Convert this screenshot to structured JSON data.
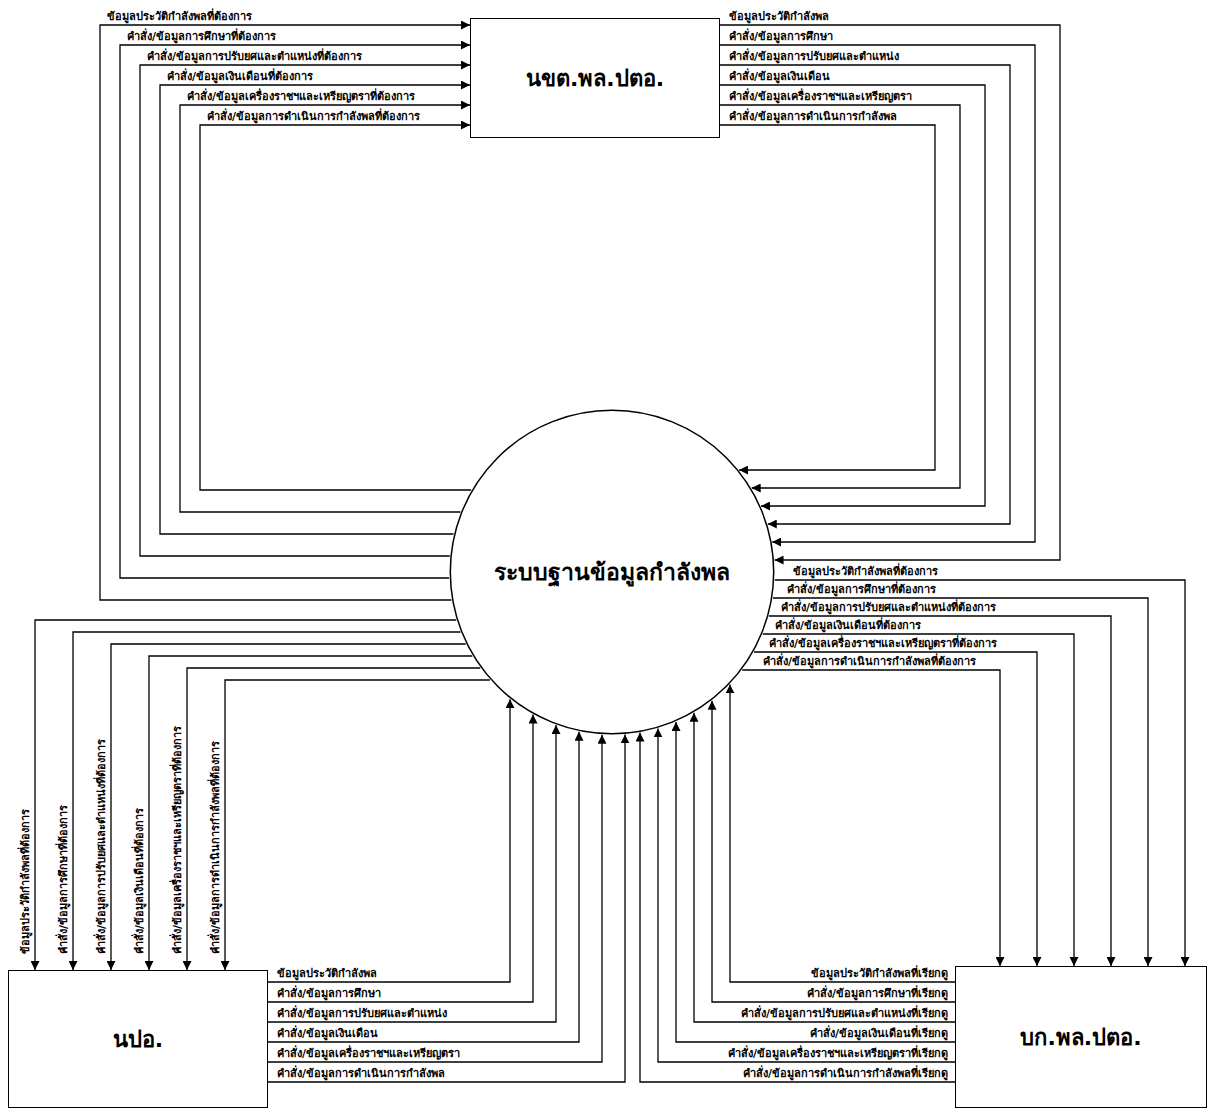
{
  "diagram": {
    "nodes": [
      {
        "text": [
          "นขต.พล.ปตอ."
        ]
      },
      {
        "text": [
          "ระบบฐานข้อมูลกำลังพล"
        ]
      },
      {
        "text": [
          "นปอ."
        ]
      },
      {
        "text": [
          "บก.พล.ปตอ."
        ]
      }
    ],
    "edges": [
      {
        "from": 0,
        "to": 1,
        "arrow": "to",
        "label": "ข้อมูลประวัติกำลังพล"
      },
      {
        "from": 0,
        "to": 1,
        "arrow": "to",
        "label": "คำสั่ง/ข้อมูลการศึกษา"
      },
      {
        "from": 0,
        "to": 1,
        "arrow": "to",
        "label": "คำสั่ง/ข้อมูลการปรับยศและตำแหน่ง"
      },
      {
        "from": 0,
        "to": 1,
        "arrow": "to",
        "label": "คำสั่ง/ข้อมูลเงินเดือน"
      },
      {
        "from": 0,
        "to": 1,
        "arrow": "to",
        "label": "คำสั่ง/ข้อมูลเครื่องราชฯและเหรียญตรา"
      },
      {
        "from": 0,
        "to": 1,
        "arrow": "to",
        "label": "คำสั่ง/ข้อมูลการดำเนินการกำลังพล"
      },
      {
        "from": 1,
        "to": 0,
        "arrow": "to",
        "label": "ข้อมูลประวัติกำลังพลที่ต้องการ"
      },
      {
        "from": 1,
        "to": 0,
        "arrow": "to",
        "label": "คำสั่ง/ข้อมูลการศึกษาที่ต้องการ"
      },
      {
        "from": 1,
        "to": 0,
        "arrow": "to",
        "label": "คำสั่ง/ข้อมูลการปรับยศและตำแหน่งที่ต้องการ"
      },
      {
        "from": 1,
        "to": 0,
        "arrow": "to",
        "label": "คำสั่ง/ข้อมูลเงินเดือนที่ต้องการ"
      },
      {
        "from": 1,
        "to": 0,
        "arrow": "to",
        "label": "คำสั่ง/ข้อมูลเครื่องราชฯและเหรียญตราที่ต้องการ"
      },
      {
        "from": 1,
        "to": 0,
        "arrow": "to",
        "label": "คำสั่ง/ข้อมูลการดำเนินการกำลังพลที่ต้องการ"
      },
      {
        "from": 1,
        "to": 2,
        "arrow": "to",
        "label": "ข้อมูลประวัติกำลังพลที่ต้องการ"
      },
      {
        "from": 1,
        "to": 2,
        "arrow": "to",
        "label": "คำสั่ง/ข้อมูลการศึกษาที่ต้องการ"
      },
      {
        "from": 1,
        "to": 2,
        "arrow": "to",
        "label": "คำสั่ง/ข้อมูลการปรับยศและตำแหน่งที่ต้องการ"
      },
      {
        "from": 1,
        "to": 2,
        "arrow": "to",
        "label": "คำสั่ง/ข้อมูลเงินเดือนที่ต้องการ"
      },
      {
        "from": 1,
        "to": 2,
        "arrow": "to",
        "label": "คำสั่ง/ข้อมูลเครื่องราชฯและเหรียญตราที่ต้องการ"
      },
      {
        "from": 1,
        "to": 2,
        "arrow": "to",
        "label": "คำสั่ง/ข้อมูลการดำเนินการกำลังพลที่ต้องการ"
      },
      {
        "from": 2,
        "to": 1,
        "arrow": "to",
        "label": "ข้อมูลประวัติกำลังพล"
      },
      {
        "from": 2,
        "to": 1,
        "arrow": "to",
        "label": "คำสั่ง/ข้อมูลการศึกษา"
      },
      {
        "from": 2,
        "to": 1,
        "arrow": "to",
        "label": "คำสั่ง/ข้อมูลการปรับยศและตำแหน่ง"
      },
      {
        "from": 2,
        "to": 1,
        "arrow": "to",
        "label": "คำสั่ง/ข้อมูลเงินเดือน"
      },
      {
        "from": 2,
        "to": 1,
        "arrow": "to",
        "label": "คำสั่ง/ข้อมูลเครื่องราชฯและเหรียญตรา"
      },
      {
        "from": 2,
        "to": 1,
        "arrow": "to",
        "label": "คำสั่ง/ข้อมูลการดำเนินการกำลังพล"
      },
      {
        "from": 1,
        "to": 3,
        "arrow": "to",
        "label": "ข้อมูลประวัติกำลังพลที่ต้องการ"
      },
      {
        "from": 1,
        "to": 3,
        "arrow": "to",
        "label": "คำสั่ง/ข้อมูลการศึกษาที่ต้องการ"
      },
      {
        "from": 1,
        "to": 3,
        "arrow": "to",
        "label": "คำสั่ง/ข้อมูลการปรับยศและตำแหน่งที่ต้องการ"
      },
      {
        "from": 1,
        "to": 3,
        "arrow": "to",
        "label": "คำสั่ง/ข้อมูลเงินเดือนที่ต้องการ"
      },
      {
        "from": 1,
        "to": 3,
        "arrow": "to",
        "label": "คำสั่ง/ข้อมูลเครื่องราชฯและเหรียญตราที่ต้องการ"
      },
      {
        "from": 1,
        "to": 3,
        "arrow": "to",
        "label": "คำสั่ง/ข้อมูลการดำเนินการกำลังพลที่ต้องการ"
      },
      {
        "from": 3,
        "to": 1,
        "arrow": "to",
        "label": "ข้อมูลประวัติกำลังพลที่เรียกดู"
      },
      {
        "from": 3,
        "to": 1,
        "arrow": "to",
        "label": "คำสั่ง/ข้อมูลการศึกษาที่เรียกดู"
      },
      {
        "from": 3,
        "to": 1,
        "arrow": "to",
        "label": "คำสั่ง/ข้อมูลการปรับยศและตำแหน่งที่เรียกดู"
      },
      {
        "from": 3,
        "to": 1,
        "arrow": "to",
        "label": "คำสั่ง/ข้อมูลเงินเดือนที่เรียกดู"
      },
      {
        "from": 3,
        "to": 1,
        "arrow": "to",
        "label": "คำสั่ง/ข้อมูลเครื่องราชฯและเหรียญตราที่เรียกดู"
      },
      {
        "from": 3,
        "to": 1,
        "arrow": "to",
        "label": "คำสั่ง/ข้อมูลการดำเนินการกำลังพลที่เรียกดู"
      }
    ]
  }
}
